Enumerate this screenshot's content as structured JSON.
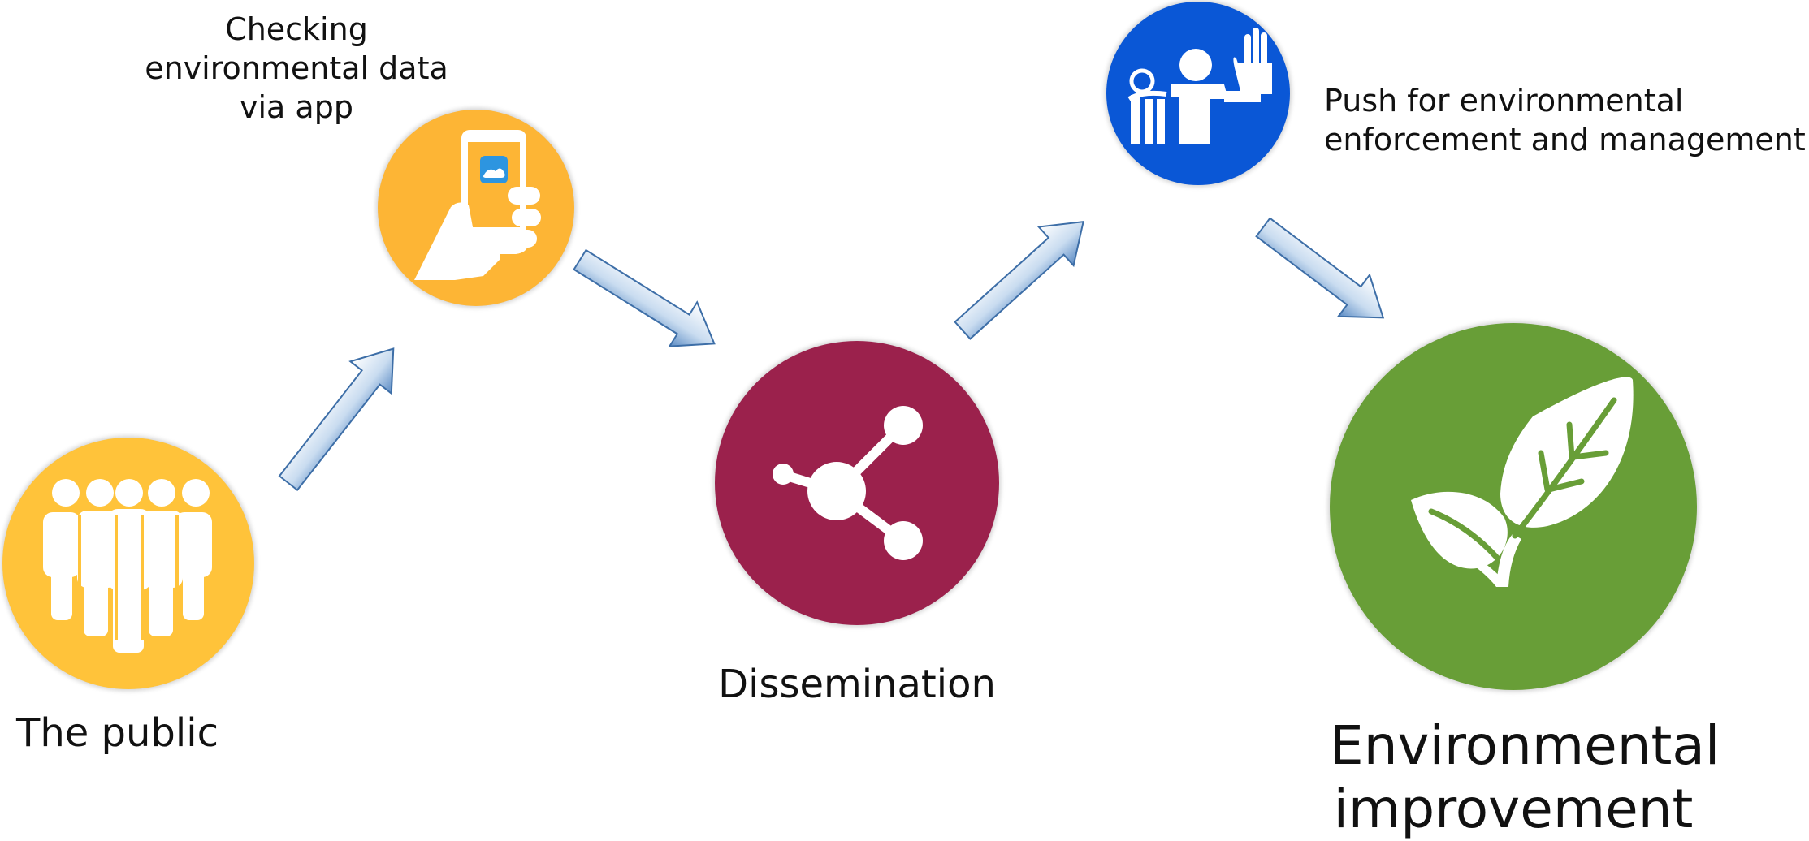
{
  "steps": {
    "public": {
      "label": "The public",
      "color": "#ffc33a",
      "icon": "people-group-icon"
    },
    "app": {
      "label_lines": [
        "Checking",
        "environmental data",
        "via app"
      ],
      "color": "#fdb535",
      "icon": "hand-phone-icon"
    },
    "dissemination": {
      "label": "Dissemination",
      "color": "#9b214c",
      "icon": "share-icon"
    },
    "enforcement": {
      "label_lines": [
        "Push for environmental",
        "enforcement and management"
      ],
      "color": "#0a57d6",
      "icon": "stop-hand-icon"
    },
    "improvement": {
      "label_lines": [
        "Environmental",
        "improvement"
      ],
      "color": "#689e37",
      "icon": "leaf-sprout-icon"
    }
  },
  "arrow_color": "#3d6ea7",
  "arrow_fill_light": "#ffffff",
  "arrow_fill_dark": "#5b8bc4"
}
